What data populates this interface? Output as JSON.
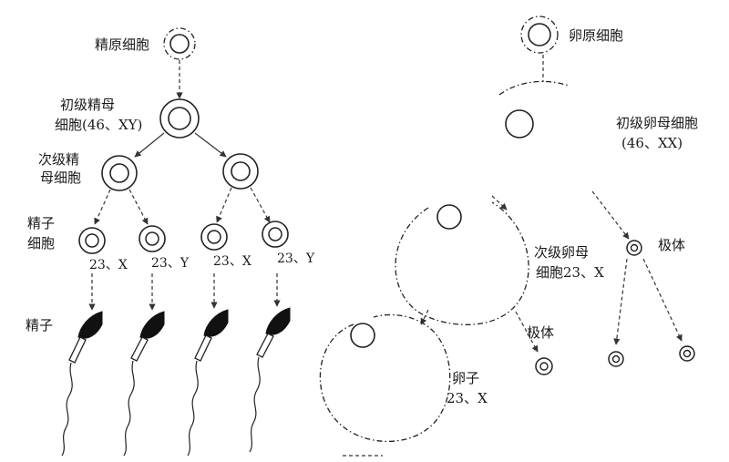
{
  "male": {
    "spermatogonium": "精原细胞",
    "primary_line1": "初级精母",
    "primary_line2": "细胞(46、XY)",
    "secondary_line1": "次级精",
    "secondary_line2": "母细胞",
    "spermatid_line1": "精子",
    "spermatid_line2": "细胞",
    "sperm": "精子",
    "karyotypes": [
      "23、X",
      "23、Y",
      "23、X",
      "23、Y"
    ]
  },
  "female": {
    "oogonium": "卵原细胞",
    "primary_line1": "初级卵母细胞",
    "primary_line2": "(46、XX)",
    "secondary_line1": "次级卵母",
    "secondary_line2": "细胞23、X",
    "polar_body_1": "极体",
    "polar_body_2": "极体",
    "ovum_line1": "卵子",
    "ovum_line2": "23、X"
  }
}
